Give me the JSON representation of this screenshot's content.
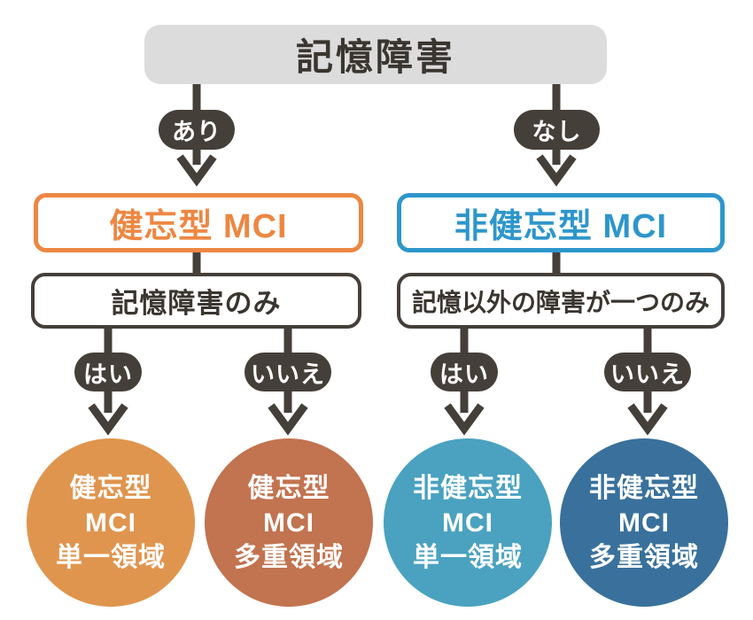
{
  "colors": {
    "root_fill": "#dcdcdd",
    "root_text": "#3a352f",
    "dark": "#453f39",
    "pill_text": "#ffffff",
    "amnestic": "#ed8742",
    "nonamnestic": "#2d96cc",
    "circle_amnestic_single": "#e0954e",
    "circle_amnestic_multi": "#c2734f",
    "circle_nonamnestic_single": "#4aa2c0",
    "circle_nonamnestic_multi": "#39719c",
    "circle_text": "#ffffff"
  },
  "flowchart": {
    "root": {
      "label": "記憶障害"
    },
    "root_branches": [
      {
        "label": "あり"
      },
      {
        "label": "なし"
      }
    ],
    "left_branch": {
      "type": {
        "label": "健忘型 MCI"
      },
      "question": {
        "label": "記憶障害のみ"
      },
      "answers": [
        {
          "label": "はい"
        },
        {
          "label": "いいえ"
        }
      ],
      "outcomes": [
        {
          "line1": "健忘型",
          "line2": "MCI",
          "line3": "単一領域"
        },
        {
          "line1": "健忘型",
          "line2": "MCI",
          "line3": "多重領域"
        }
      ]
    },
    "right_branch": {
      "type": {
        "label": "非健忘型 MCI"
      },
      "question": {
        "label": "記憶以外の障害が一つのみ"
      },
      "answers": [
        {
          "label": "はい"
        },
        {
          "label": "いいえ"
        }
      ],
      "outcomes": [
        {
          "line1": "非健忘型",
          "line2": "MCI",
          "line3": "単一領域"
        },
        {
          "line1": "非健忘型",
          "line2": "MCI",
          "line3": "多重領域"
        }
      ]
    }
  }
}
